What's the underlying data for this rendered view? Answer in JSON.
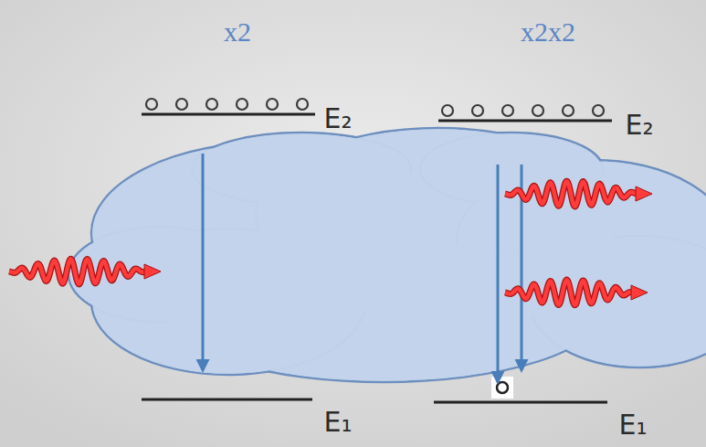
{
  "diagram": {
    "labels": [
      "x2",
      "x2x2",
      "E₂",
      "E₂",
      "E₁",
      "E₁"
    ]
  }
}
